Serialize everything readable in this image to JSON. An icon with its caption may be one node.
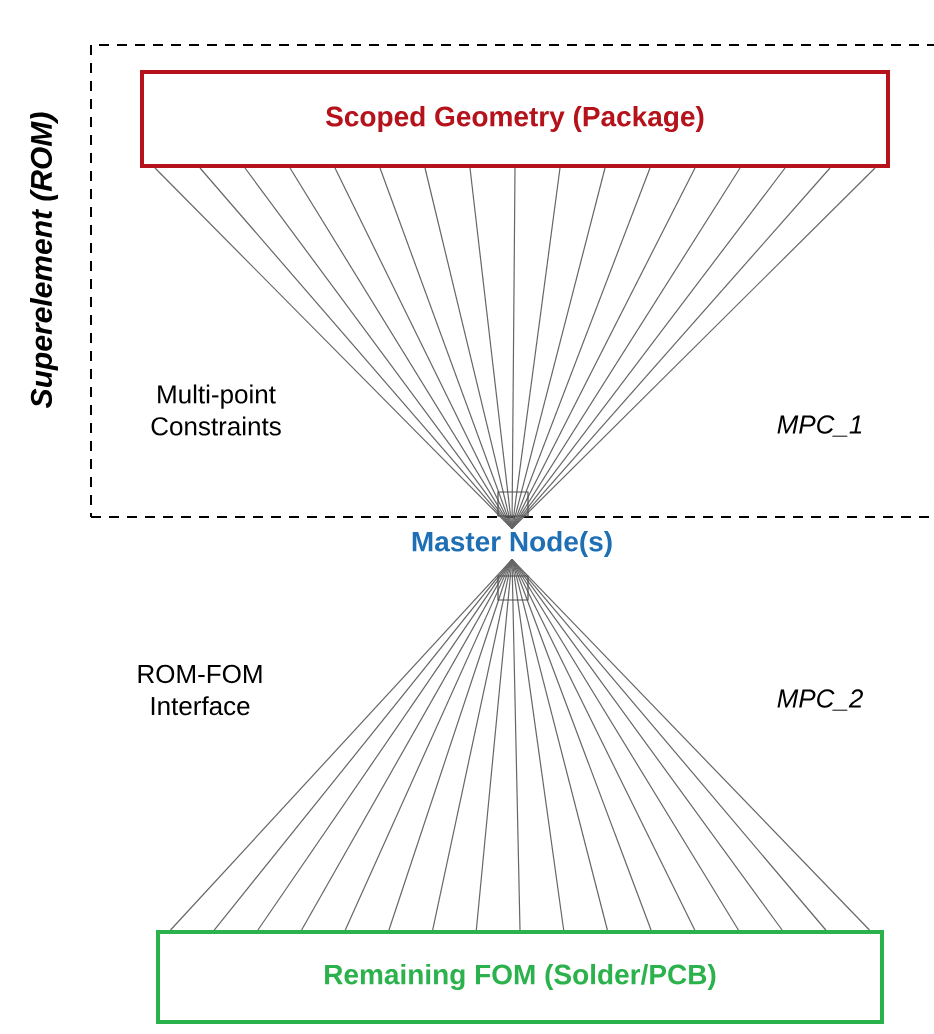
{
  "diagram": {
    "nodes": [
      {
        "text": [
          "Superelement (ROM)"
        ]
      },
      {
        "text": [
          "Scoped Geometry (Package)"
        ],
        "in": 0
      },
      {
        "text": [
          "Master Node(s)"
        ]
      },
      {
        "text": [
          "Remaining FOM (Solder/PCB)"
        ]
      }
    ],
    "edges": [
      {
        "from": 1,
        "to": 2,
        "arrow": "none"
      },
      {
        "from": 1,
        "to": 2,
        "arrow": "none"
      },
      {
        "from": 1,
        "to": 2,
        "arrow": "none"
      },
      {
        "from": 1,
        "to": 2,
        "arrow": "none"
      },
      {
        "from": 1,
        "to": 2,
        "arrow": "none"
      },
      {
        "from": 1,
        "to": 2,
        "arrow": "none"
      },
      {
        "from": 1,
        "to": 2,
        "arrow": "none"
      },
      {
        "from": 1,
        "to": 2,
        "arrow": "none"
      },
      {
        "from": 1,
        "to": 2,
        "arrow": "none"
      },
      {
        "from": 1,
        "to": 2,
        "arrow": "none"
      },
      {
        "from": 1,
        "to": 2,
        "arrow": "none"
      },
      {
        "from": 1,
        "to": 2,
        "arrow": "none"
      },
      {
        "from": 1,
        "to": 2,
        "arrow": "none"
      },
      {
        "from": 1,
        "to": 2,
        "arrow": "none"
      },
      {
        "from": 1,
        "to": 2,
        "arrow": "none"
      },
      {
        "from": 1,
        "to": 2,
        "arrow": "none"
      },
      {
        "from": 1,
        "to": 2,
        "arrow": "none"
      },
      {
        "from": 2,
        "to": 3,
        "arrow": "none"
      },
      {
        "from": 2,
        "to": 3,
        "arrow": "none"
      },
      {
        "from": 2,
        "to": 3,
        "arrow": "none"
      },
      {
        "from": 2,
        "to": 3,
        "arrow": "none"
      },
      {
        "from": 2,
        "to": 3,
        "arrow": "none"
      },
      {
        "from": 2,
        "to": 3,
        "arrow": "none"
      },
      {
        "from": 2,
        "to": 3,
        "arrow": "none"
      },
      {
        "from": 2,
        "to": 3,
        "arrow": "none"
      },
      {
        "from": 2,
        "to": 3,
        "arrow": "none"
      },
      {
        "from": 2,
        "to": 3,
        "arrow": "none"
      },
      {
        "from": 2,
        "to": 3,
        "arrow": "none"
      },
      {
        "from": 2,
        "to": 3,
        "arrow": "none"
      },
      {
        "from": 2,
        "to": 3,
        "arrow": "none"
      },
      {
        "from": 2,
        "to": 3,
        "arrow": "none"
      },
      {
        "from": 2,
        "to": 3,
        "arrow": "none"
      },
      {
        "from": 2,
        "to": 3,
        "arrow": "none"
      },
      {
        "from": 2,
        "to": 3,
        "arrow": "none"
      }
    ],
    "labels": [
      "Multi-point Constraints",
      "MPC_1",
      "ROM-FOM Interface",
      "MPC_2"
    ]
  }
}
